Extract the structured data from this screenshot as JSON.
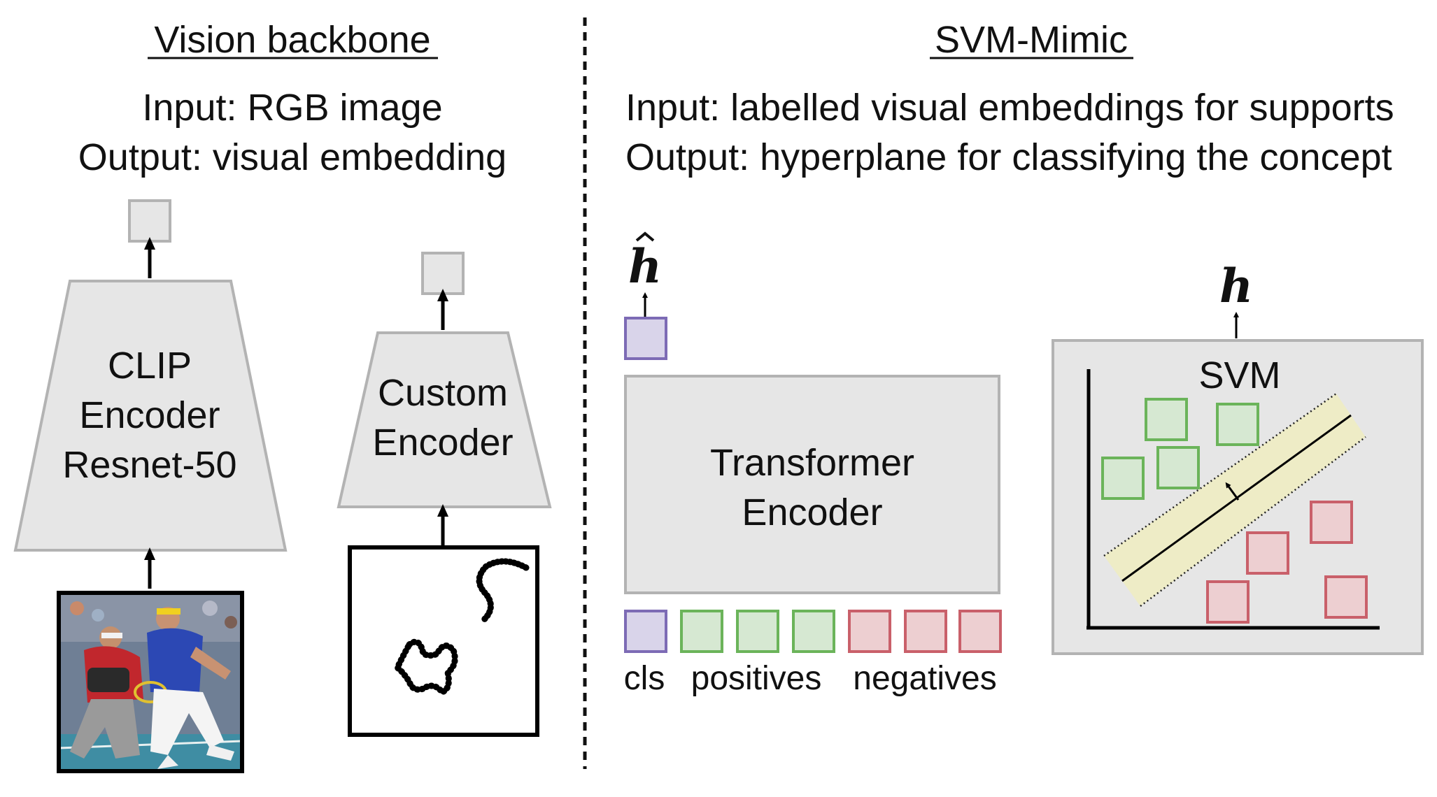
{
  "left": {
    "title": "Vision backbone",
    "input": "Input: RGB image",
    "output": "Output: visual embedding",
    "clip_encoder": [
      "CLIP",
      "Encoder",
      "Resnet-50"
    ],
    "custom_encoder": [
      "Custom",
      "Encoder"
    ]
  },
  "right": {
    "title": "SVM-Mimic",
    "input": "Input: labelled visual embeddings for supports",
    "output": "Output: hyperplane for classifying the concept",
    "h_hat": "h",
    "h": "h",
    "transformer": [
      "Transformer",
      "Encoder"
    ],
    "svm": "SVM",
    "token_labels": {
      "cls": "cls",
      "positives": "positives",
      "negatives": "negatives"
    }
  },
  "colors": {
    "box_gray": "#e6e6e6",
    "border_gray": "#b3b3b3",
    "cls_fill": "#d9d4ea",
    "cls_border": "#7d6bb5",
    "pos_fill": "#d6e8d2",
    "pos_border": "#6bb45a",
    "neg_fill": "#edcfd1",
    "neg_border": "#c9606a",
    "margin_fill": "#eeecc6"
  }
}
